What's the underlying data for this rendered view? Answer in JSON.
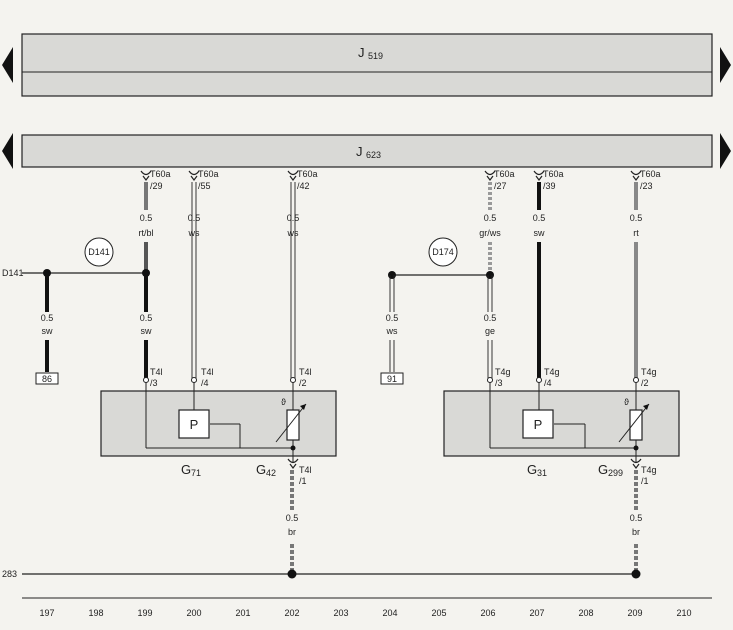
{
  "modules": {
    "j519": {
      "name": "J",
      "sub": "519"
    },
    "j623": {
      "name": "J",
      "sub": "623"
    }
  },
  "connectors_top": [
    {
      "id": "w199",
      "pin": "T60a",
      "num": "/29",
      "size": "0.5",
      "color": "rt/bl"
    },
    {
      "id": "w200",
      "pin": "T60a",
      "num": "/55",
      "size": "0.5",
      "color": "ws"
    },
    {
      "id": "w202",
      "pin": "T60a",
      "num": "/42",
      "size": "0.5",
      "color": "ws"
    },
    {
      "id": "w206",
      "pin": "T60a",
      "num": "/27",
      "size": "0.5",
      "color": "gr/ws"
    },
    {
      "id": "w207",
      "pin": "T60a",
      "num": "/39",
      "size": "0.5",
      "color": "sw"
    },
    {
      "id": "w209",
      "pin": "T60a",
      "num": "/23",
      "size": "0.5",
      "color": "rt"
    }
  ],
  "junctions": {
    "d141": "D141",
    "d174": "D174",
    "d141_side": "D141",
    "ground": "283"
  },
  "lower_wires": {
    "sw197": {
      "size": "0.5",
      "color": "sw"
    },
    "sw199": {
      "size": "0.5",
      "color": "sw"
    },
    "ws204": {
      "size": "0.5",
      "color": "ws"
    },
    "ge206": {
      "size": "0.5",
      "color": "ge"
    },
    "br202": {
      "size": "0.5",
      "color": "br"
    },
    "br209": {
      "size": "0.5",
      "color": "br"
    }
  },
  "ref_boxes": {
    "r86": "86",
    "r91": "91"
  },
  "sensor_pins": {
    "p199": {
      "pin": "T4l",
      "num": "/3"
    },
    "p200": {
      "pin": "T4l",
      "num": "/4"
    },
    "p202": {
      "pin": "T4l",
      "num": "/2"
    },
    "p202b": {
      "pin": "T4l",
      "num": "/1"
    },
    "p206": {
      "pin": "T4g",
      "num": "/3"
    },
    "p207": {
      "pin": "T4g",
      "num": "/4"
    },
    "p209": {
      "pin": "T4g",
      "num": "/2"
    },
    "p209b": {
      "pin": "T4g",
      "num": "/1"
    }
  },
  "components": {
    "g71": {
      "name": "G",
      "sub": "71"
    },
    "g42": {
      "name": "G",
      "sub": "42"
    },
    "g31": {
      "name": "G",
      "sub": "31"
    },
    "g299": {
      "name": "G",
      "sub": "299"
    },
    "pressure_symbol": "P",
    "temp_symbol": "ϑ"
  },
  "column_numbers": [
    "197",
    "198",
    "199",
    "200",
    "201",
    "202",
    "203",
    "204",
    "205",
    "206",
    "207",
    "208",
    "209",
    "210"
  ]
}
